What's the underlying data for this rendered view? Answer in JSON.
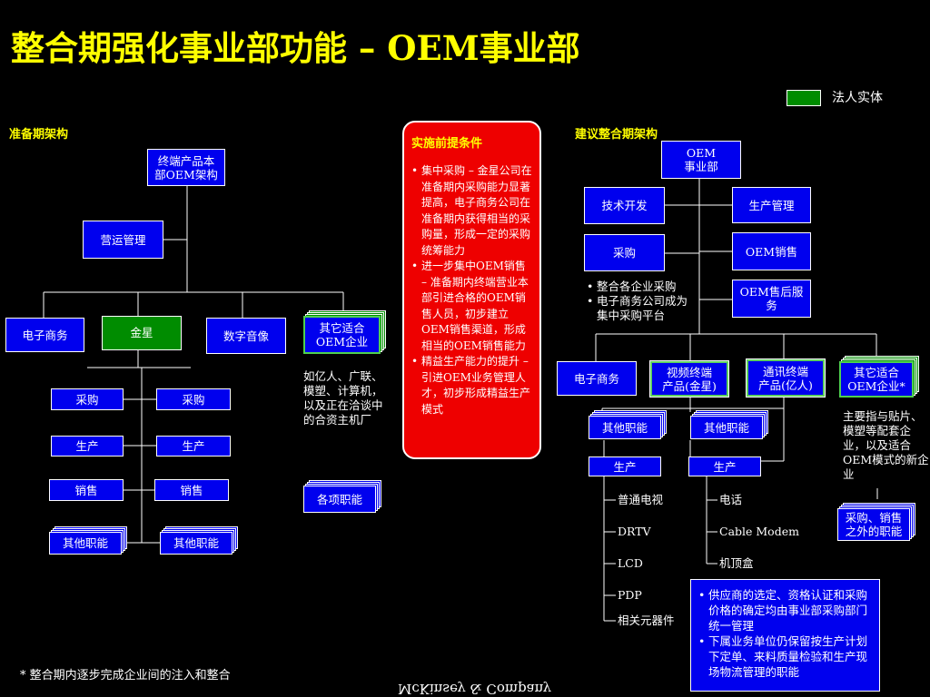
{
  "title": "整合期强化事业部功能 – OEM事业部",
  "legend": {
    "label": "法人实体",
    "color": "#008c00"
  },
  "left_section": {
    "heading": "准备期架构",
    "top_box": "终端产品本\n部OEM架构",
    "ops_box": "营运管理",
    "units": [
      "电子商务",
      "金星",
      "数字音像",
      "其它适合\nOEM企业"
    ],
    "col_a": [
      "采购",
      "生产",
      "销售",
      "其他职能"
    ],
    "col_b": [
      "采购",
      "生产",
      "销售",
      "其他职能"
    ],
    "other_note": "如亿人、广联、\n模塑、计算机，\n以及正在洽谈中\n的合资主机厂",
    "other_functions": "各项职能"
  },
  "middle_section": {
    "heading": "实施前提条件",
    "items": [
      "集中采购 – 金星公司在准备期内采购能力显著提高，电子商务公司在准备期内获得相当的采购量，形成一定的采购统筹能力",
      "进一步集中OEM销售 – 准备期内终端营业本部引进合格的OEM销售人员，初步建立OEM销售渠道，形成相当的OEM销售能力",
      "精益生产能力的提升 – 引进OEM业务管理人才，初步形成精益生产模式"
    ]
  },
  "right_section": {
    "heading": "建议整合期架构",
    "top_box": "OEM\n事业部",
    "left_funcs": [
      "技术开发",
      "采购"
    ],
    "right_funcs": [
      "生产管理",
      "OEM销售",
      "OEM售后服\n务"
    ],
    "purchase_notes": [
      "整合各企业采购",
      "电子商务公司成为集中采购平台"
    ],
    "units": [
      "电子商务",
      "视频终端\n产品(金星)",
      "通讯终端\n产品(亿人)",
      "其它适合\nOEM企业*"
    ],
    "other_functions": [
      "其他职能",
      "其他职能"
    ],
    "production": [
      "生产",
      "生产"
    ],
    "video_products": [
      "普通电视",
      "DRTV",
      "LCD",
      "PDP",
      "相关元器件"
    ],
    "comm_products": [
      "电话",
      "Cable Modem",
      "机顶盒"
    ],
    "other_note": "主要指与贴片、\n模塑等配套企\n业，以及适合\nOEM模式的新企\n业",
    "other_box": "采购、销售\n之外的职能",
    "bottom_notes": [
      "供应商的选定、资格认证和采购价格的确定均由事业部采购部门统一管理",
      "下属业务单位仍保留按生产计划下定单、来料质量检验和生产现场物流管理的职能"
    ]
  },
  "footnote": "* 整合期内逐步完成企业间的注入和整合",
  "brand": "McKinsey & Company"
}
